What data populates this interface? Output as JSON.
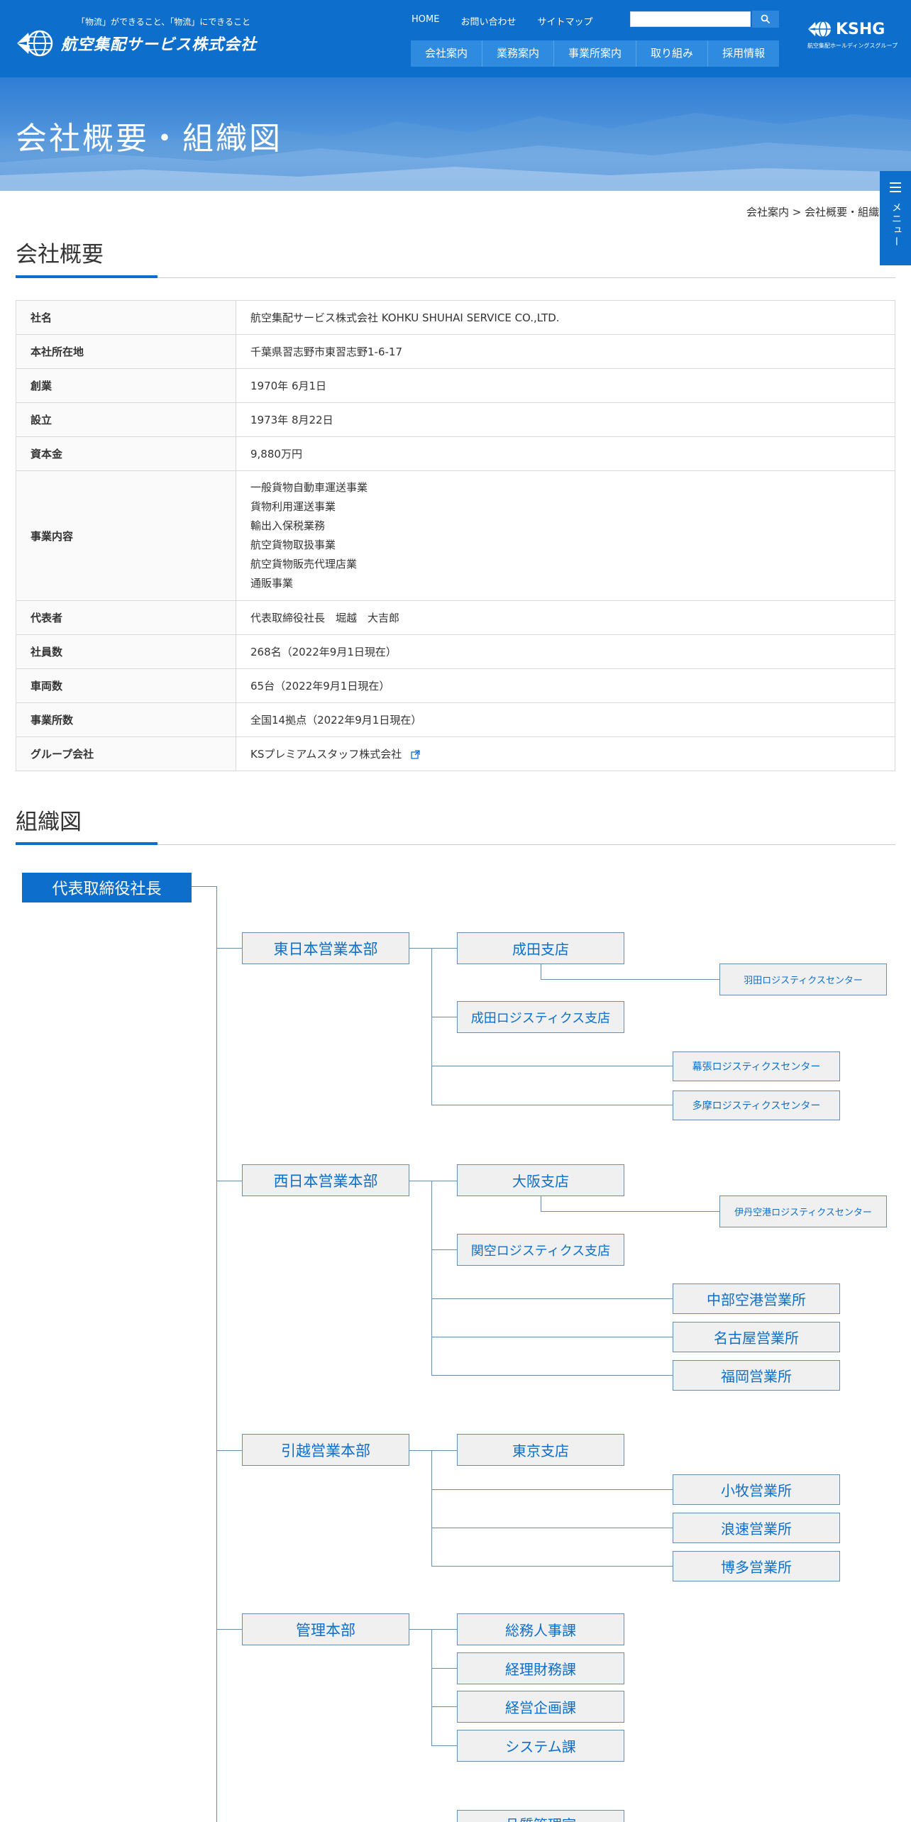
{
  "header": {
    "tagline": "「物流」ができること、「物流」にできること",
    "logo_text": "航空集配サービス株式会社",
    "util_nav": [
      "HOME",
      "お問い合わせ",
      "サイトマップ"
    ],
    "search_placeholder": "",
    "main_nav": [
      "会社案内",
      "業務案内",
      "事業所案内",
      "取り組み",
      "採用情報"
    ],
    "group_logo": "KSHG",
    "group_sub": "航空集配ホールディングスグループ",
    "brand_color": "#0e6ecb"
  },
  "hero": {
    "title": "会社概要・組織図"
  },
  "side_menu": {
    "label": "メニュー"
  },
  "breadcrumb": {
    "parent": "会社案内",
    "separator": ">",
    "current": "会社概要・組織図"
  },
  "overview": {
    "heading": "会社概要",
    "rows": [
      {
        "label": "社名",
        "value": "航空集配サービス株式会社 KOHKU SHUHAI SERVICE CO.,LTD."
      },
      {
        "label": "本社所在地",
        "value": "千葉県習志野市東習志野1-6-17"
      },
      {
        "label": "創業",
        "value": "1970年 6月1日"
      },
      {
        "label": "設立",
        "value": "1973年 8月22日"
      },
      {
        "label": "資本金",
        "value": "9,880万円"
      },
      {
        "label": "事業内容",
        "lines": [
          "一般貨物自動車運送事業",
          "貨物利用運送事業",
          "輸出入保税業務",
          "航空貨物取扱事業",
          "航空貨物販売代理店業",
          "通販事業"
        ]
      },
      {
        "label": "代表者",
        "value": "代表取締役社長　堀越　大吉郎"
      },
      {
        "label": "社員数",
        "value": "268名（2022年9月1日現在）"
      },
      {
        "label": "車両数",
        "value": "65台（2022年9月1日現在）"
      },
      {
        "label": "事業所数",
        "value": "全国14拠点（2022年9月1日現在）"
      },
      {
        "label": "グループ会社",
        "value": "KSプレミアムスタッフ株式会社"
      }
    ]
  },
  "org": {
    "heading": "組織図",
    "president": "代表取締役社長",
    "divisions": [
      {
        "name": "東日本営業本部",
        "branches": [
          {
            "name": "成田支店",
            "child": "羽田ロジスティクスセンター"
          },
          {
            "name": "成田ロジスティクス支店"
          }
        ],
        "offices": [
          "幕張ロジスティクスセンター",
          "多摩ロジスティクスセンター"
        ]
      },
      {
        "name": "西日本営業本部",
        "branches": [
          {
            "name": "大阪支店",
            "child": "伊丹空港ロジスティクスセンター"
          },
          {
            "name": "関空ロジスティクス支店"
          }
        ],
        "offices": [
          "中部空港営業所",
          "名古屋営業所",
          "福岡営業所"
        ]
      },
      {
        "name": "引越営業本部",
        "branches": [
          {
            "name": "東京支店"
          }
        ],
        "offices": [
          "小牧営業所",
          "浪速営業所",
          "博多営業所"
        ]
      },
      {
        "name": "管理本部",
        "branches": [
          {
            "name": "総務人事課"
          },
          {
            "name": "経理財務課"
          },
          {
            "name": "経営企画課"
          },
          {
            "name": "システム課"
          }
        ],
        "offices": []
      }
    ],
    "partial_box": "品質管理室"
  }
}
